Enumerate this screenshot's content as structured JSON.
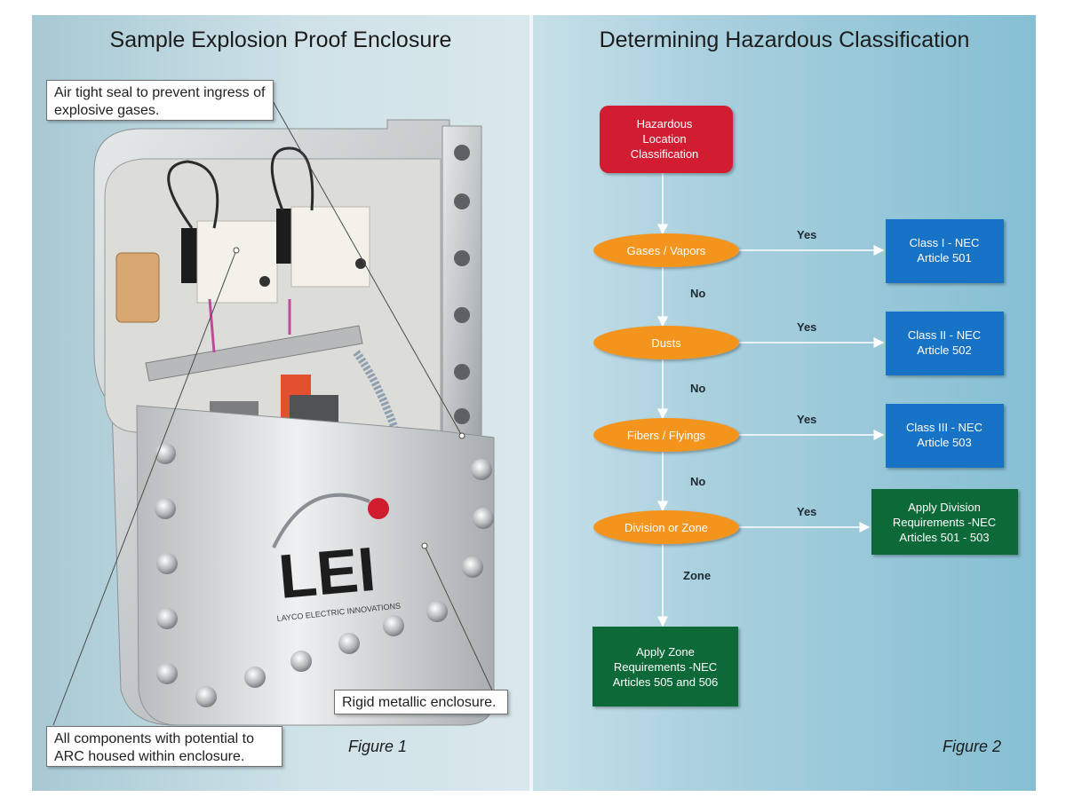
{
  "left": {
    "title": "Sample Explosion Proof Enclosure",
    "callout_seal": "Air tight seal to prevent ingress of explosive gases.",
    "callout_enclosure": "Rigid metallic enclosure.",
    "callout_components": "All components with potential to ARC housed within enclosure.",
    "figure_label": "Figure 1",
    "logo": {
      "letters": "LEI",
      "tagline": "LAYCO ELECTRIC INNOVATIONS"
    }
  },
  "right": {
    "title": "Determining Hazardous Classification",
    "figure_label": "Figure 2"
  },
  "flowchart": {
    "start": {
      "lines": [
        "Hazardous",
        "Location",
        "Classification"
      ],
      "color": "#d11f30"
    },
    "decisions": [
      {
        "label": "Gases / Vapors",
        "color": "#f3941e"
      },
      {
        "label": "Dusts",
        "color": "#f3941e"
      },
      {
        "label": "Fibers / Flyings",
        "color": "#f3941e"
      },
      {
        "label": "Division or Zone",
        "color": "#f3941e"
      }
    ],
    "outcomes": [
      {
        "lines": [
          "Class I - NEC",
          "Article 501"
        ],
        "color": "#1873c6"
      },
      {
        "lines": [
          "Class II - NEC",
          "Article 502"
        ],
        "color": "#1873c6"
      },
      {
        "lines": [
          "Class III - NEC",
          "Article 503"
        ],
        "color": "#1873c6"
      },
      {
        "lines": [
          "Apply Division",
          "Requirements -NEC",
          "Articles 501 - 503"
        ],
        "color": "#0c6b38"
      }
    ],
    "zone_box": {
      "lines": [
        "Apply Zone",
        "Requirements -NEC",
        "Articles 505 and 506"
      ],
      "color": "#0c6b38"
    },
    "edge_labels": {
      "yes": "Yes",
      "no": "No",
      "zone": "Zone"
    }
  }
}
